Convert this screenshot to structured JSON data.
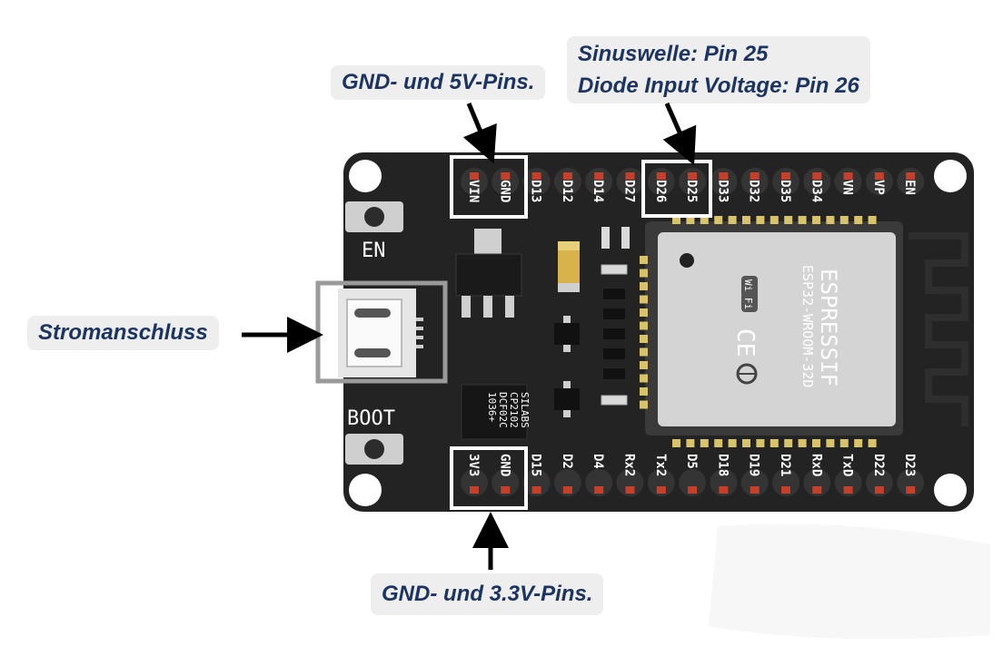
{
  "callouts": {
    "top_left": "GND- und 5V-Pins.",
    "top_right_line1": "Sinuswelle: Pin 25",
    "top_right_line2": "Diode Input Voltage: Pin 26",
    "left": "Stromanschluss",
    "bottom": "GND- und 3.3V-Pins."
  },
  "board": {
    "en_label": "EN",
    "boot_label": "BOOT",
    "top_pins": [
      "VIN",
      "GND",
      "D13",
      "D12",
      "D14",
      "D27",
      "D26",
      "D25",
      "D33",
      "D32",
      "D35",
      "D34",
      "VN",
      "VP",
      "EN"
    ],
    "bottom_pins": [
      "3V3",
      "GND",
      "D15",
      "D2",
      "D4",
      "Rx2",
      "Tx2",
      "D5",
      "D18",
      "D19",
      "D21",
      "RxD",
      "TxD",
      "D22",
      "D23"
    ],
    "module_brand": "ESPRESSIF",
    "module_model": "ESP32-WROOM-32D",
    "wifi_badge": "Wi Fi",
    "ce_mark": "CE",
    "usb_chip_line1": "SILABS",
    "usb_chip_line2": "CP2102",
    "usb_chip_line3": "DCF02C",
    "usb_chip_line4": "1036+"
  },
  "colors": {
    "callout_text": "#1c3461",
    "callout_bg": "#eeeeee",
    "board": "#232323",
    "pin_pad": "#c5402b",
    "highlight_box": "#ffffff",
    "usb_box": "#9a9a9a"
  }
}
